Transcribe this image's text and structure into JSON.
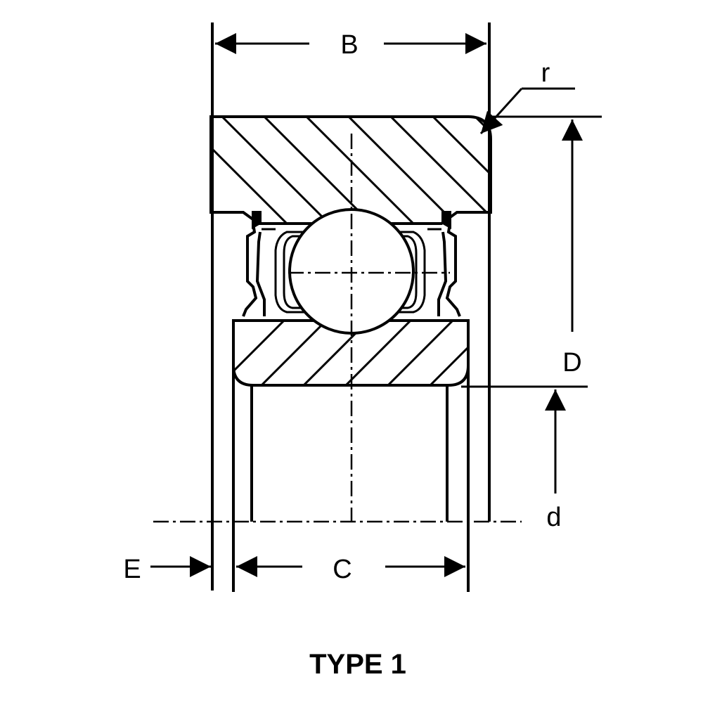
{
  "labels": {
    "B": "B",
    "r": "r",
    "D": "D",
    "d": "d",
    "E": "E",
    "C": "C"
  },
  "caption": "TYPE 1",
  "colors": {
    "line": "#000000",
    "background": "#ffffff"
  }
}
